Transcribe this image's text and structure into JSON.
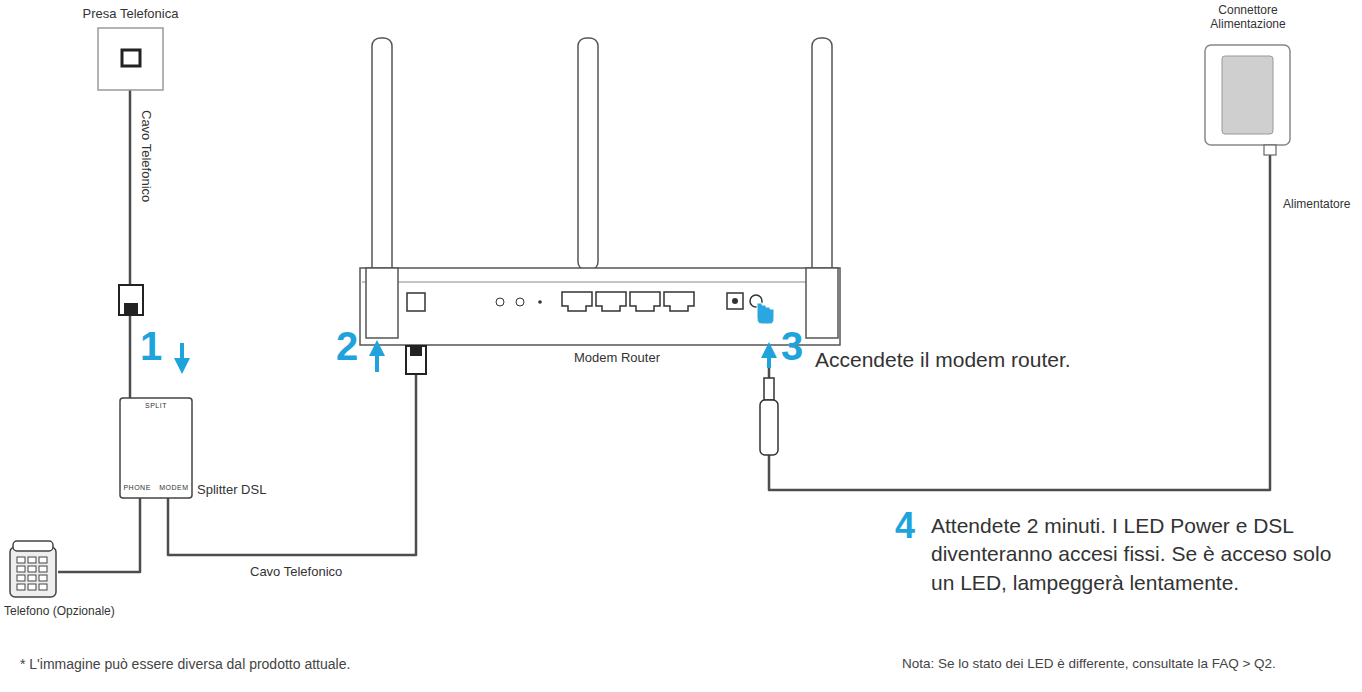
{
  "diagram": {
    "nodes": [
      {
        "text": [
          "Presa Telefonica"
        ]
      },
      {
        "text": [
          "SPLIT",
          "PHONE MODEM",
          "Splitter DSL"
        ]
      },
      {
        "text": [
          "Telefono (Opzionale)"
        ]
      },
      {
        "text": [
          "Modem Router"
        ]
      },
      {
        "text": [
          "Connettore Alimentazione",
          "Alimentatore"
        ]
      }
    ],
    "edges": [
      {
        "from": 0,
        "to": 1,
        "label": "Cavo Telefonico",
        "arrow": "none"
      },
      {
        "from": 1,
        "to": 2,
        "arrow": "none"
      },
      {
        "from": 1,
        "to": 3,
        "label": "Cavo Telefonico",
        "arrow": "none"
      },
      {
        "from": 4,
        "to": 3,
        "arrow": "none"
      }
    ],
    "labels": [
      "1",
      "2",
      "3",
      "Accendete il modem router.",
      "4",
      "Attendete 2 minuti. I LED Power e DSL diventeranno accesi fissi. Se è acceso solo un LED, lampeggerà lentamente.",
      "* L'immagine può essere diversa dal prodotto attuale.",
      "Nota: Se lo stato dei LED è differente, consultate la FAQ > Q2."
    ]
  }
}
